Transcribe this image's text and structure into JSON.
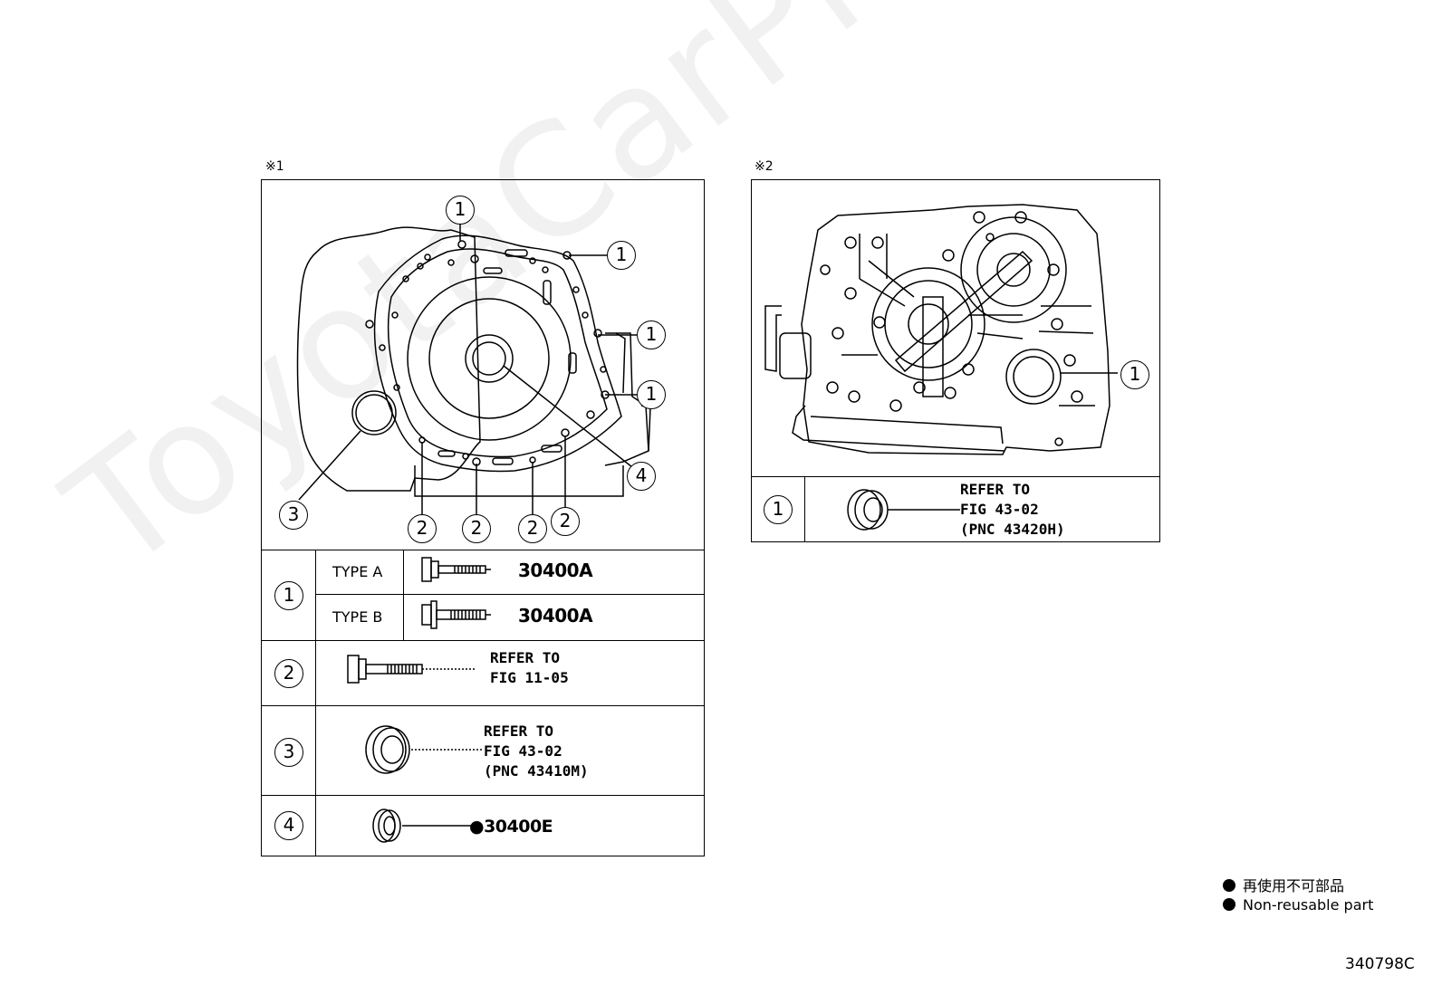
{
  "watermark": "ToyotaCarPrice.ru",
  "panel1": {
    "marker": "※1",
    "callouts": [
      "1",
      "2",
      "3",
      "4"
    ],
    "rows": {
      "r1": {
        "num": "1",
        "type_a": "TYPE A",
        "type_a_pn": "30400A",
        "type_b": "TYPE B",
        "type_b_pn": "30400A"
      },
      "r2": {
        "num": "2",
        "ref": "REFER TO\nFIG 11-05"
      },
      "r3": {
        "num": "3",
        "ref": "REFER TO\nFIG 43-02\n(PNC 43410M)"
      },
      "r4": {
        "num": "4",
        "pn": "●30400E"
      }
    }
  },
  "panel2": {
    "marker": "※2",
    "callout": "1",
    "row": {
      "num": "1",
      "ref": "REFER TO\nFIG 43-02\n(PNC 43420H)"
    }
  },
  "legend": {
    "jp": "再使用不可部品",
    "en": "Non-reusable part"
  },
  "figure_id": "340798C",
  "icons": [
    "bolt-flange-icon",
    "bolt-washer-icon",
    "bolt-long-icon",
    "oil-seal-icon",
    "bearing-seal-icon"
  ]
}
